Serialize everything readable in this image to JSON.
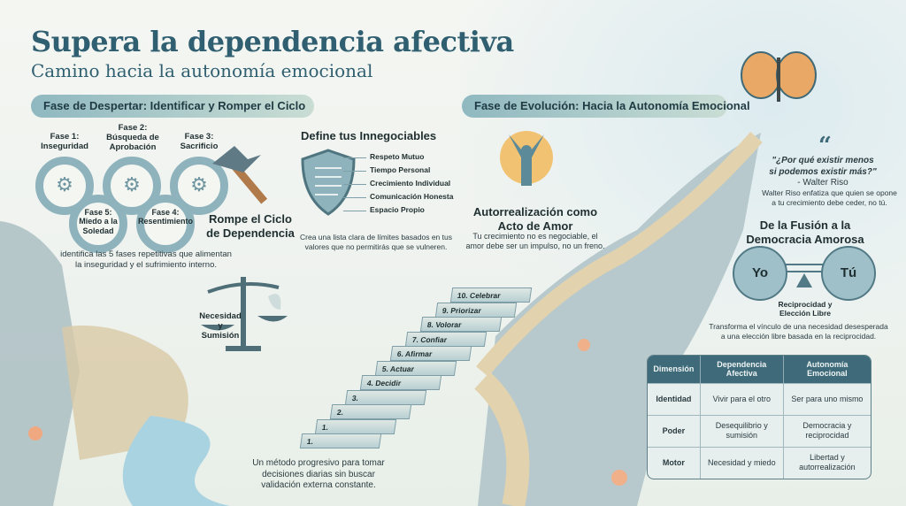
{
  "header": {
    "title": "Supera la dependencia afectiva",
    "subtitle": "Camino hacia la autonomía emocional"
  },
  "left": {
    "pill": "Fase de Despertar: Identificar y Romper el Ciclo",
    "cycle": {
      "phases": [
        {
          "label": "Fase 1:\nInseguridad"
        },
        {
          "label": "Fase 2:\nBúsqueda de\nAprobación"
        },
        {
          "label": "Fase 3:\nSacrificio"
        },
        {
          "label": "Fase 4:\nResentimiento"
        },
        {
          "label": "Fase 5:\nMiedo a la\nSoledad"
        }
      ],
      "break_title": "Rompe el Ciclo\nde Dependencia",
      "caption": "identifica las 5 fases repetitivas que alimentan\nla inseguridad y el sufrimiento interno."
    },
    "nonnegotiables": {
      "title": "Define tus Innegociables",
      "items": [
        "Respeto Mutuo",
        "Tiempo Personal",
        "Crecimiento Individual",
        "Comunicación Honesta",
        "Espacio Propio"
      ],
      "caption": "Crea una lista clara de límites basados en tus\nvalores que no permitirás que se vulneren."
    },
    "scale": {
      "label": "Necesidad\ny Sumisión"
    },
    "stairs": {
      "steps": [
        "1.",
        "1.",
        "2.",
        "3.",
        "4. Decidir",
        "5. Actuar",
        "6. Afirmar",
        "7. Confiar",
        "8. Volorar",
        "9. Priorizar",
        "10. Celebrar"
      ],
      "caption": "Un método progresivo para tomar\ndecisiones diarias sin buscar\nvalidación externa constante."
    }
  },
  "right": {
    "pill": "Fase de Evolución: Hacia la Autonomía Emocional",
    "self": {
      "title": "Autorrealización como\nActo de Amor",
      "text": "Tu crecimiento no es negociable, el\namor debe ser un impulso, no un freno."
    },
    "quote": {
      "mark": "“",
      "text": "\"¿Por qué existir menos\nsi podemos existir más?\"",
      "author": "- Walter Riso",
      "note": "Walter Riso enfatiza que quien se opone\na tu crecimiento debe ceder, no tú."
    },
    "fusion": {
      "title": "De la Fusión a la\nDemocracia Amorosa",
      "left": "Yo",
      "right": "Tú",
      "pivot_label": "Reciprocidad y\nElección Libre",
      "caption": "Transforma el vínculo de una necesidad desesperada\na una elección libre basada en la reciprocidad."
    },
    "table": {
      "headers": [
        "Dimensión",
        "Dependencia\nAfectiva",
        "Autonomía\nEmocional"
      ],
      "rows": [
        [
          "Identidad",
          "Vivir para el otro",
          "Ser para uno mismo"
        ],
        [
          "Poder",
          "Desequilibrio y\nsumisión",
          "Democracia y\nreciprocidad"
        ],
        [
          "Motor",
          "Necesidad y miedo",
          "Libertad y\nautorrealización"
        ]
      ]
    }
  },
  "colors": {
    "title": "#2f5f70",
    "accent": "#8fb3bc",
    "table_header": "#3f6a79",
    "sun": "#f2b65c",
    "butterfly": "#e39a55"
  }
}
